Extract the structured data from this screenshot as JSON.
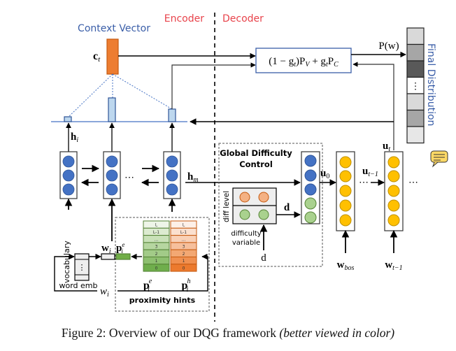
{
  "labels": {
    "context_vector": "Context Vector",
    "encoder": "Encoder",
    "decoder": "Decoder",
    "final_distribution": "Final Distribution",
    "global_difficulty_control_line1": "Global Difficulty",
    "global_difficulty_control_line2": "Control",
    "diff_level": "diff level",
    "difficulty_variable_line1": "difficulty",
    "difficulty_variable_line2": "variable",
    "vocabulary": "vocabulary",
    "word_emb": "word emb",
    "proximity_hints": "proximity hints",
    "ellipsis": "⋯",
    "vdots": "⋮"
  },
  "math": {
    "c_t": "c",
    "c_t_sub": "t",
    "h_i": "h",
    "h_i_sub": "i",
    "h_m": "h",
    "h_m_sub": "m",
    "formula": "(1 − g",
    "formula_t1": "t",
    "formula_mid": ")P",
    "formula_V": "V",
    "formula_plus": " + g",
    "formula_t2": "t",
    "formula_P": "P",
    "formula_C": "C",
    "p_w": "P(w)",
    "u_t": "u",
    "u_t_sub": "t",
    "u_0": "u",
    "u_0_sub": "0",
    "u_t1": "u",
    "u_t1_sub": "t−1",
    "w_bos": "w",
    "w_bos_sub": "bos",
    "w_t1": "w",
    "w_t1_sub": "t−1",
    "d_bold": "d",
    "d_plain": "d",
    "w_i": "w",
    "w_i_sub": "i",
    "w_i_plain": "w",
    "w_i_plain_sub": "i",
    "p_e": "p",
    "p_e_sub": "i",
    "p_e_sup": "e",
    "p_h_sup": "h"
  },
  "proximity_table": {
    "rows": [
      "L",
      "L-1",
      "...",
      "3",
      "2",
      "1",
      "0"
    ],
    "green_fills": [
      "#eef5e8",
      "#dcebd0",
      "#c9e1b8",
      "#b6d6a0",
      "#a2cb88",
      "#8ec070",
      "#6fae4c"
    ],
    "orange_fills": [
      "#fdf0e8",
      "#fbe0cf",
      "#f9d0b6",
      "#f6bf9c",
      "#f3a873",
      "#f09050",
      "#ec7a2e"
    ]
  },
  "final_distribution_cells": [
    "#d9d9d9",
    "#a6a6a6",
    "#595959",
    "⋮",
    "#d9d9d9",
    "#a6a6a6",
    "#e7e7e7"
  ],
  "caption": {
    "main": "Figure 2: Overview of our DQG framework ",
    "italic": "(better viewed in color)"
  },
  "colors": {
    "encoder_label": "#e8434b",
    "blue_label": "#3a5ea8",
    "encoder_node": "#4472c4",
    "decoder_node": "#ffc000",
    "context_bar": "#ed7d31",
    "attention_bar": "#bdd7ee",
    "green_node": "#a9d18e",
    "orange_node": "#f4b183"
  }
}
